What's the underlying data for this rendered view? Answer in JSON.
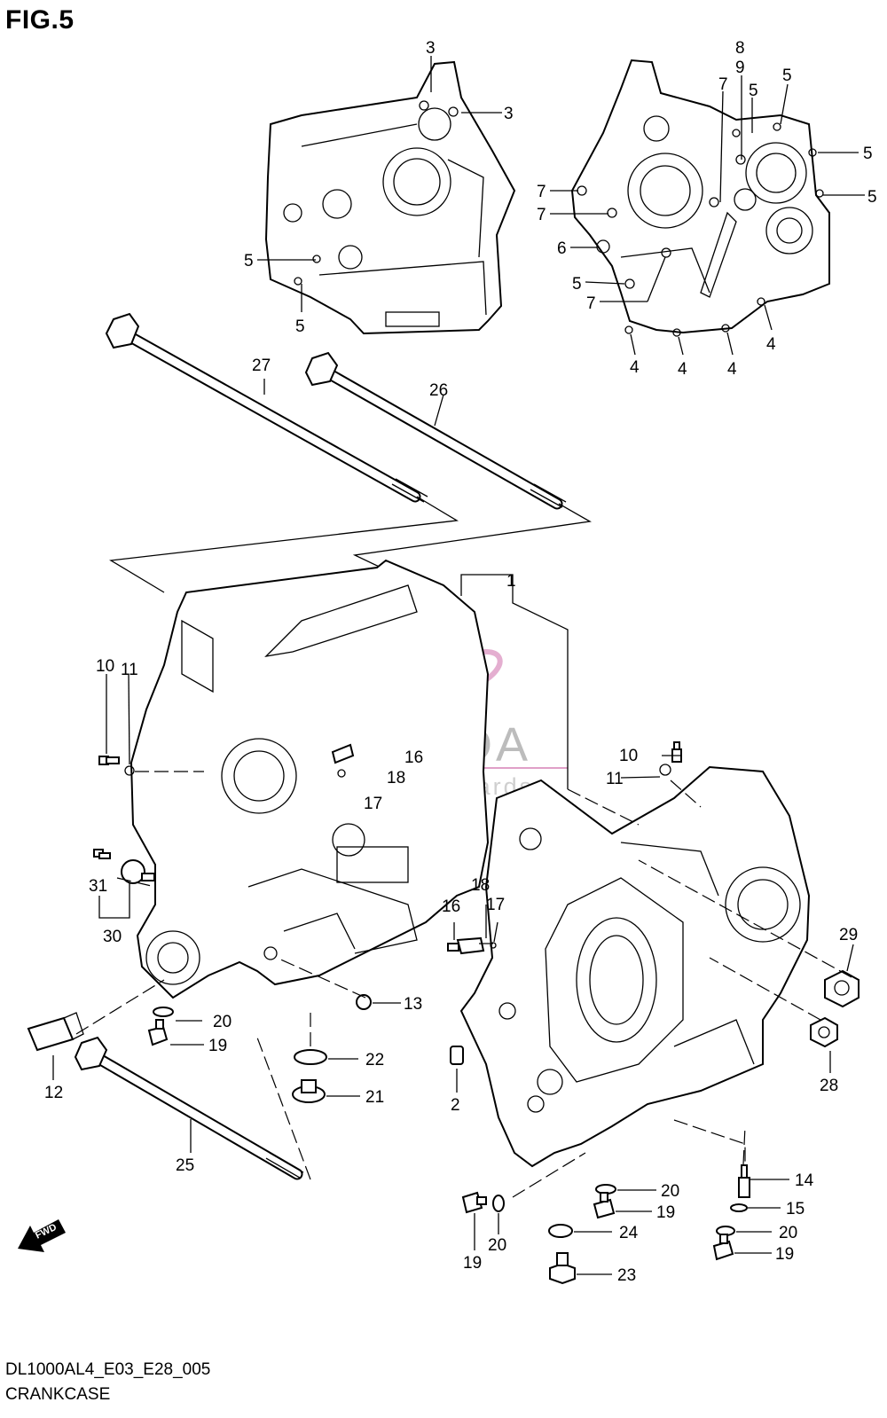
{
  "figure": {
    "title": "FIG.5",
    "code": "DL1000AL4_E03_E28_005",
    "name": "CRANKCASE"
  },
  "watermark": {
    "brand": "ARMADA",
    "tagline": "marine outboards",
    "accent_color": "#e0a0c8"
  },
  "fwd_arrow": {
    "label": "FWD",
    "icon": "fwd-arrow-icon"
  },
  "callouts": [
    {
      "id": "c-3a",
      "text": "3"
    },
    {
      "id": "c-3b",
      "text": "3"
    },
    {
      "id": "c-5a",
      "text": "5"
    },
    {
      "id": "c-5b",
      "text": "5"
    },
    {
      "id": "c-8",
      "text": "8"
    },
    {
      "id": "c-9",
      "text": "9"
    },
    {
      "id": "c-7a",
      "text": "7"
    },
    {
      "id": "c-5c",
      "text": "5"
    },
    {
      "id": "c-5d",
      "text": "5"
    },
    {
      "id": "c-5e",
      "text": "5"
    },
    {
      "id": "c-5f",
      "text": "5"
    },
    {
      "id": "c-7b",
      "text": "7"
    },
    {
      "id": "c-7c",
      "text": "7"
    },
    {
      "id": "c-6",
      "text": "6"
    },
    {
      "id": "c-5g",
      "text": "5"
    },
    {
      "id": "c-7d",
      "text": "7"
    },
    {
      "id": "c-4a",
      "text": "4"
    },
    {
      "id": "c-4b",
      "text": "4"
    },
    {
      "id": "c-4c",
      "text": "4"
    },
    {
      "id": "c-4d",
      "text": "4"
    },
    {
      "id": "c-27",
      "text": "27"
    },
    {
      "id": "c-26",
      "text": "26"
    },
    {
      "id": "c-1",
      "text": "1"
    },
    {
      "id": "c-10a",
      "text": "10"
    },
    {
      "id": "c-11a",
      "text": "11"
    },
    {
      "id": "c-16a",
      "text": "16"
    },
    {
      "id": "c-18a",
      "text": "18"
    },
    {
      "id": "c-17a",
      "text": "17"
    },
    {
      "id": "c-10b",
      "text": "10"
    },
    {
      "id": "c-11b",
      "text": "11"
    },
    {
      "id": "c-31",
      "text": "31"
    },
    {
      "id": "c-30",
      "text": "30"
    },
    {
      "id": "c-18b",
      "text": "18"
    },
    {
      "id": "c-16b",
      "text": "16"
    },
    {
      "id": "c-17b",
      "text": "17"
    },
    {
      "id": "c-29",
      "text": "29"
    },
    {
      "id": "c-13",
      "text": "13"
    },
    {
      "id": "c-20a",
      "text": "20"
    },
    {
      "id": "c-19a",
      "text": "19"
    },
    {
      "id": "c-12",
      "text": "12"
    },
    {
      "id": "c-22",
      "text": "22"
    },
    {
      "id": "c-21",
      "text": "21"
    },
    {
      "id": "c-2",
      "text": "2"
    },
    {
      "id": "c-28",
      "text": "28"
    },
    {
      "id": "c-25",
      "text": "25"
    },
    {
      "id": "c-14",
      "text": "14"
    },
    {
      "id": "c-20b",
      "text": "20"
    },
    {
      "id": "c-19b",
      "text": "19"
    },
    {
      "id": "c-15",
      "text": "15"
    },
    {
      "id": "c-20c",
      "text": "20"
    },
    {
      "id": "c-24",
      "text": "24"
    },
    {
      "id": "c-20d",
      "text": "20"
    },
    {
      "id": "c-19c",
      "text": "19"
    },
    {
      "id": "c-19d",
      "text": "19"
    },
    {
      "id": "c-23",
      "text": "23"
    }
  ]
}
